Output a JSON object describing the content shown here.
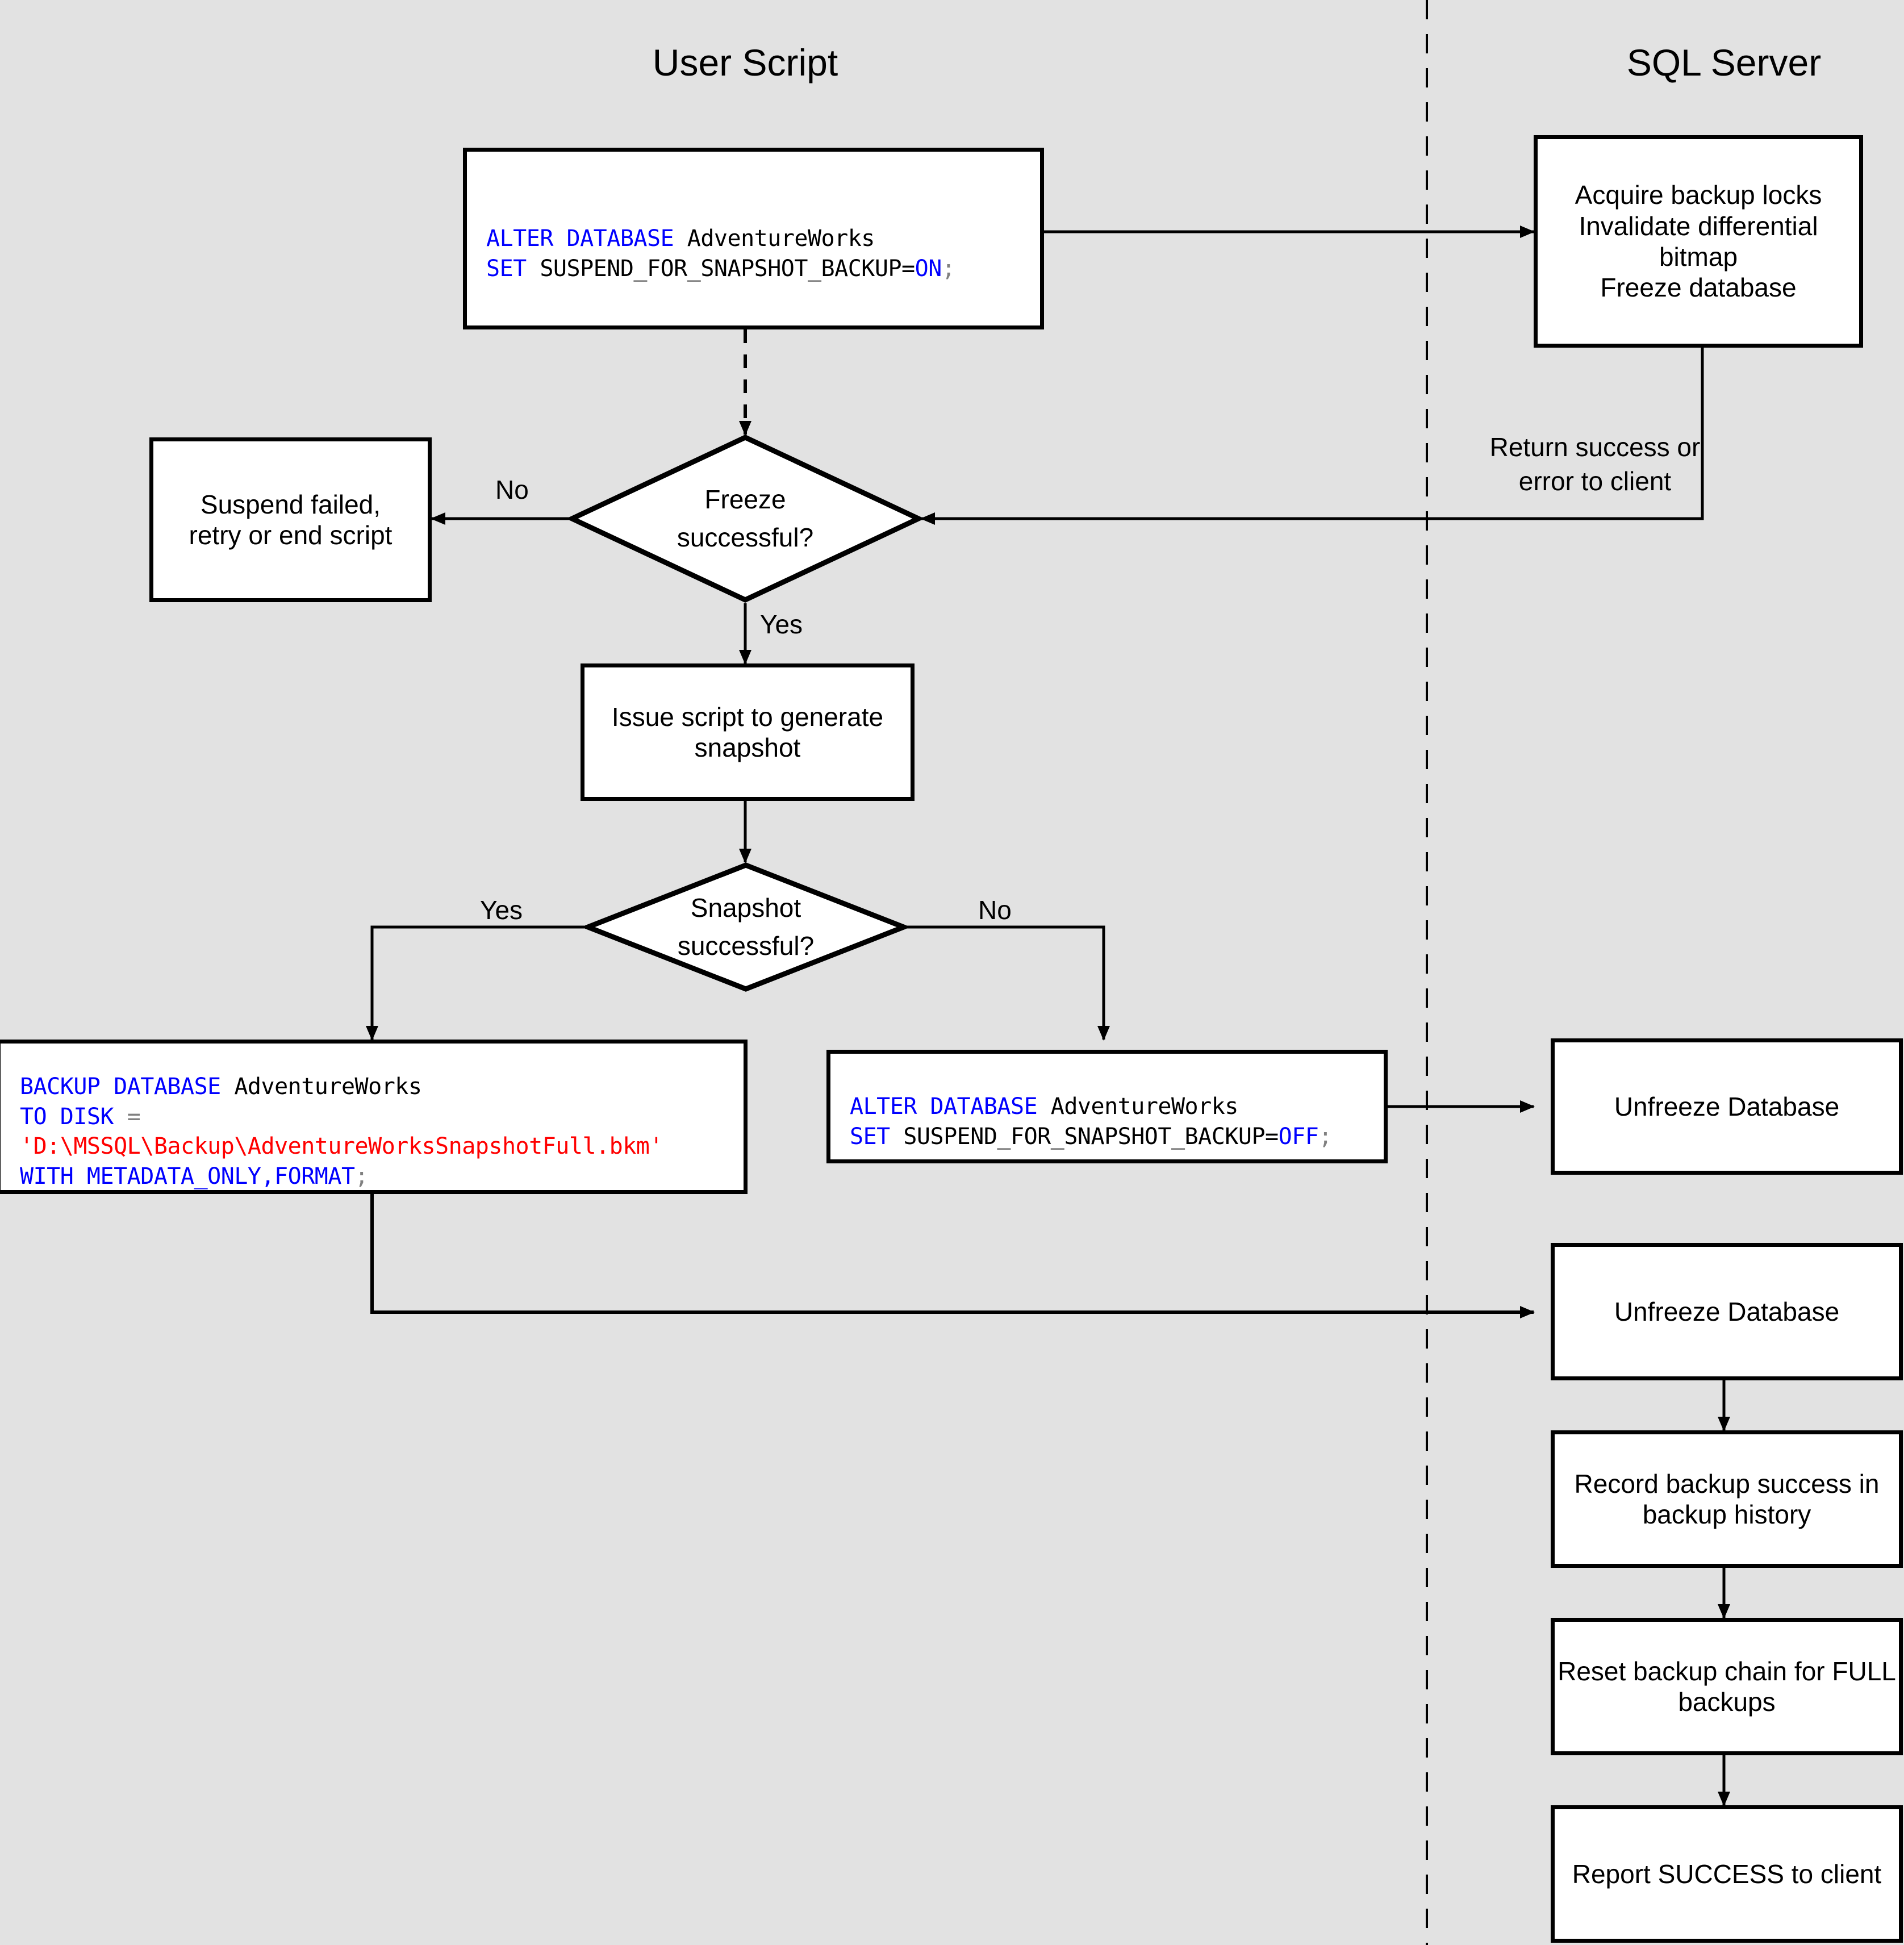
{
  "lanes": {
    "left_title": "User Script",
    "right_title": "SQL Server"
  },
  "nodes": {
    "alter_on": {
      "line1_kw": "ALTER DATABASE",
      "line1_obj": " AdventureWorks",
      "line2_kw": "SET",
      "line2_plain": " SUSPEND_FOR_SNAPSHOT_BACKUP=",
      "line2_val": "ON",
      "line2_semi": ";"
    },
    "acquire_locks": "Acquire backup locks\nInvalidate differential bitmap\nFreeze database",
    "suspend_failed": "Suspend failed,\nretry or end script",
    "freeze_decision": "Freeze\nsuccessful?",
    "issue_script": "Issue script to generate\nsnapshot",
    "snapshot_decision": "Snapshot\nsuccessful?",
    "backup_database": {
      "line1_kw": "BACKUP DATABASE",
      "line1_obj": " AdventureWorks",
      "line2_kw": "TO DISK ",
      "line2_pun": "=",
      "line3_str": "'D:\\MSSQL\\Backup\\AdventureWorksSnapshotFull.bkm'",
      "line4_kw": "WITH METADATA_ONLY,FORMAT",
      "line4_semi": ";"
    },
    "alter_off": {
      "line1_kw": "ALTER DATABASE",
      "line1_obj": " AdventureWorks",
      "line2_kw": "SET",
      "line2_plain": " SUSPEND_FOR_SNAPSHOT_BACKUP=",
      "line2_val": "OFF",
      "line2_semi": ";"
    },
    "unfreeze_top": "Unfreeze Database",
    "unfreeze_bottom": "Unfreeze Database",
    "record_backup": "Record backup success in\nbackup history",
    "reset_chain": "Reset backup chain for FULL\nbackups",
    "report_success": "Report SUCCESS to client"
  },
  "edges": {
    "freeze_no": "No",
    "freeze_yes": "Yes",
    "snapshot_yes": "Yes",
    "snapshot_no": "No",
    "return_note": "Return success or\nerror to client"
  },
  "colors": {
    "background": "#e2e2e2",
    "node_fill": "#ffffff",
    "stroke": "#000000",
    "keyword": "#0000ff",
    "string": "#ff0000",
    "punct": "#808080"
  }
}
